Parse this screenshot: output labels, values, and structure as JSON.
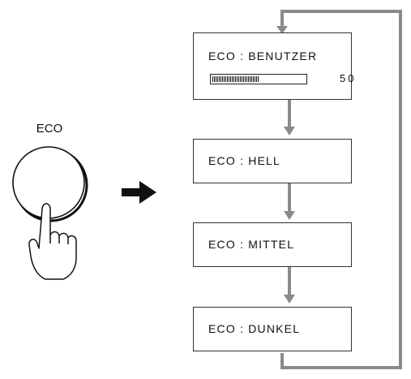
{
  "button_label": "ECO",
  "modes": [
    {
      "label": "ECO : BENUTZER"
    },
    {
      "label": "ECO : HELL"
    },
    {
      "label": "ECO : MITTEL"
    },
    {
      "label": "ECO : DUNKEL"
    }
  ],
  "user_level": {
    "value": "50",
    "fraction": 0.5
  },
  "colors": {
    "connector": "#8a8a8a",
    "outline": "#333333",
    "arrow": "#111111"
  }
}
